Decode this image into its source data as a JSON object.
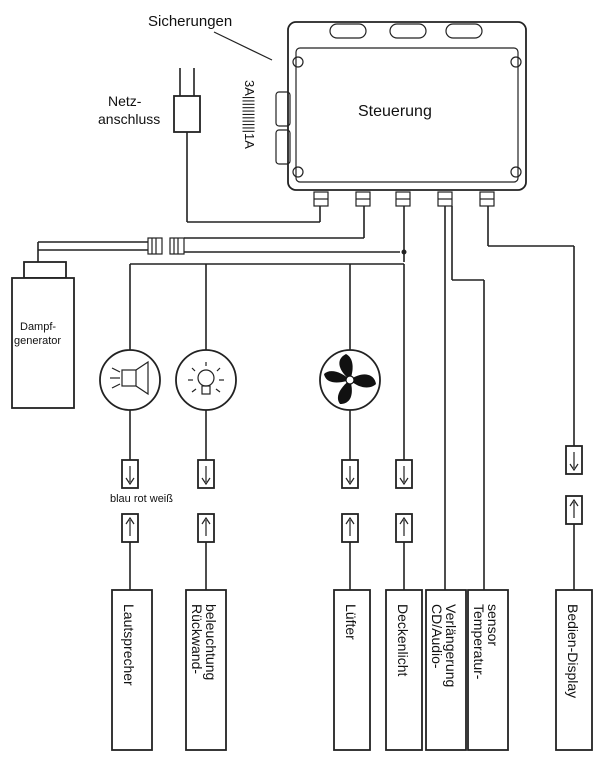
{
  "labels": {
    "fuses": "Sicherungen",
    "mains_line1": "Netz-",
    "mains_line2": "anschluss",
    "fuse_values": "3A|||||||||||1A",
    "controller": "Steuerung",
    "steam_line1": "Dampf-",
    "steam_line2": "generator",
    "wire_colors": "blau rot weiß"
  },
  "devices": [
    {
      "key": "speaker",
      "label": "Lautsprecher"
    },
    {
      "key": "backlight",
      "label": "Rückwand- beleuchtung"
    },
    {
      "key": "fan",
      "label": "Lüfter"
    },
    {
      "key": "ceiling_light",
      "label": "Deckenlicht"
    },
    {
      "key": "cd_audio",
      "label": "CD/Audio- Verlängerung"
    },
    {
      "key": "temp_sensor",
      "label": "Temperatur- sensor"
    },
    {
      "key": "display",
      "label": "Bedien-Display"
    }
  ]
}
